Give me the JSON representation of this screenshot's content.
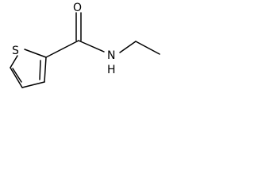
{
  "molecule": {
    "atoms": {
      "oxygen": "O",
      "sulfur": "S",
      "nitrogen": "N",
      "hydrogen": "H"
    }
  }
}
